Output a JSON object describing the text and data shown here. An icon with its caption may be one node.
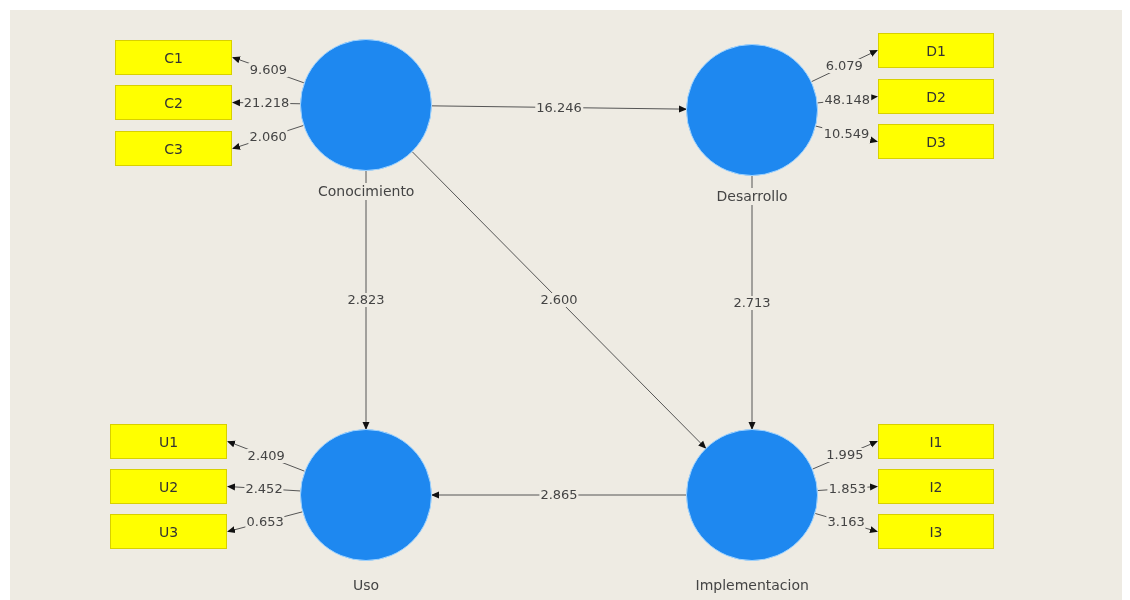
{
  "diagram": {
    "nodes": [
      {
        "text": [
          "C1"
        ]
      },
      {
        "text": [
          "C2"
        ]
      },
      {
        "text": [
          "C3"
        ]
      },
      {
        "text": [
          "Conocimiento"
        ]
      },
      {
        "text": [
          "Desarrollo"
        ]
      },
      {
        "text": [
          "D1"
        ]
      },
      {
        "text": [
          "D2"
        ]
      },
      {
        "text": [
          "D3"
        ]
      },
      {
        "text": [
          "U1"
        ]
      },
      {
        "text": [
          "U2"
        ]
      },
      {
        "text": [
          "U3"
        ]
      },
      {
        "text": [
          "Uso"
        ]
      },
      {
        "text": [
          "Implementacion"
        ]
      },
      {
        "text": [
          "I1"
        ]
      },
      {
        "text": [
          "I2"
        ]
      },
      {
        "text": [
          "I3"
        ]
      }
    ],
    "edges": [
      {
        "from": 3,
        "to": 0,
        "arrow": "to",
        "label": "9.609"
      },
      {
        "from": 3,
        "to": 1,
        "arrow": "to",
        "label": "21.218"
      },
      {
        "from": 3,
        "to": 2,
        "arrow": "to",
        "label": "2.060"
      },
      {
        "from": 3,
        "to": 4,
        "arrow": "to",
        "label": "16.246"
      },
      {
        "from": 4,
        "to": 5,
        "arrow": "to",
        "label": "6.079"
      },
      {
        "from": 4,
        "to": 6,
        "arrow": "to",
        "label": "48.148"
      },
      {
        "from": 4,
        "to": 7,
        "arrow": "to",
        "label": "10.549"
      },
      {
        "from": 3,
        "to": 11,
        "arrow": "to",
        "label": "2.823"
      },
      {
        "from": 3,
        "to": 12,
        "arrow": "to",
        "label": "2.600"
      },
      {
        "from": 4,
        "to": 12,
        "arrow": "to",
        "label": "2.713"
      },
      {
        "from": 12,
        "to": 11,
        "arrow": "to",
        "label": "2.865"
      },
      {
        "from": 11,
        "to": 8,
        "arrow": "to",
        "label": "2.409"
      },
      {
        "from": 11,
        "to": 9,
        "arrow": "to",
        "label": "2.452"
      },
      {
        "from": 11,
        "to": 10,
        "arrow": "to",
        "label": "0.653"
      },
      {
        "from": 12,
        "to": 13,
        "arrow": "to",
        "label": "1.995"
      },
      {
        "from": 12,
        "to": 14,
        "arrow": "to",
        "label": "1.853"
      },
      {
        "from": 12,
        "to": 15,
        "arrow": "to",
        "label": "3.163"
      }
    ]
  }
}
